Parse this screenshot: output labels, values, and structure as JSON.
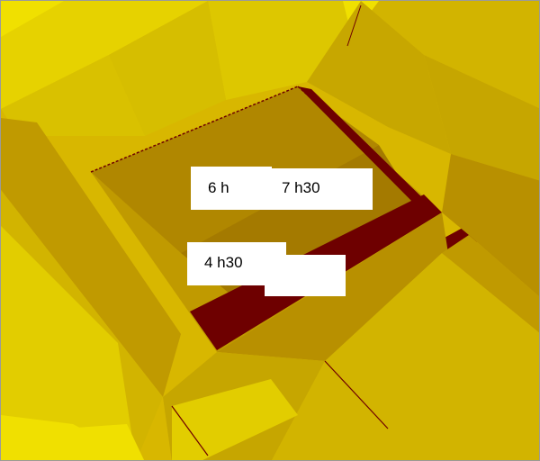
{
  "render": {
    "colors": {
      "bright_yellow": "#f0e000",
      "yellow": "#e2cd00",
      "mustard": "#d2b400",
      "ochre": "#c09a00",
      "dark_ochre": "#a47a00",
      "shadow": "#7e5000",
      "maroon": "#6e0000",
      "label_background": "#ffffff",
      "frame_border": "#9a9a9a"
    }
  },
  "labels": {
    "label_1": "6 h",
    "label_2": "7 h30",
    "label_3": "4 h30"
  }
}
